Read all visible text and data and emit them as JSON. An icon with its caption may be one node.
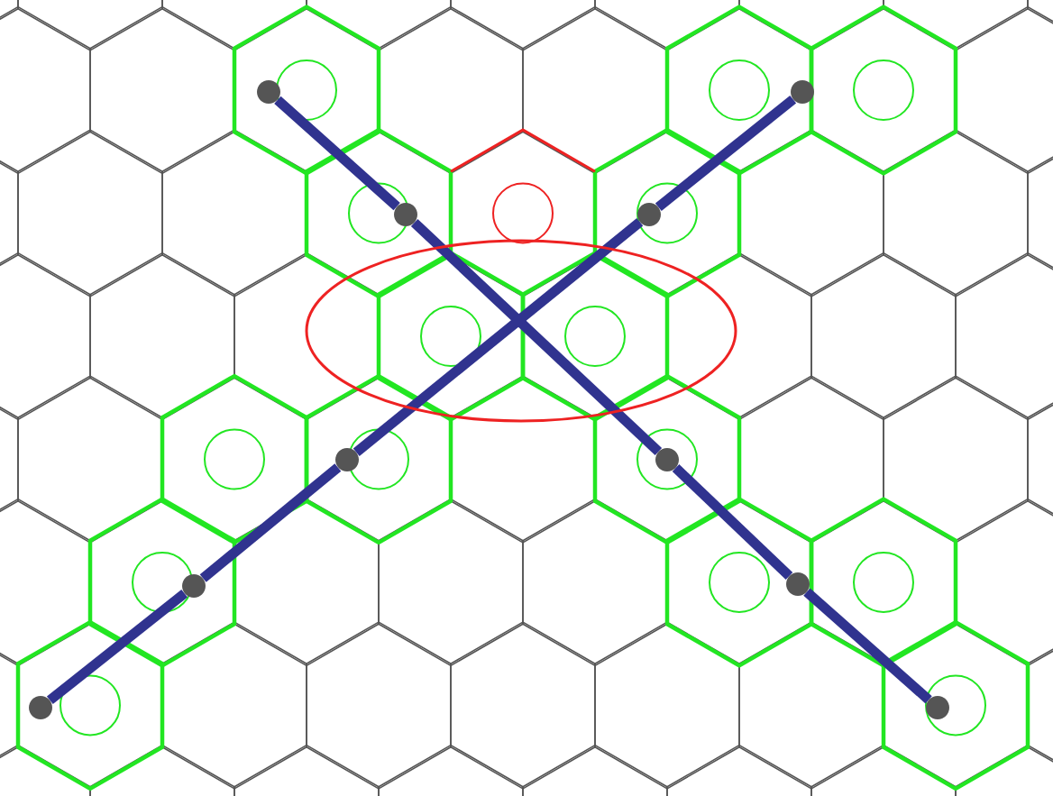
{
  "diagram": {
    "nodes": [
      {
        "text": [],
        "shape": "circle"
      },
      {
        "text": [],
        "shape": "circle"
      },
      {
        "text": [],
        "shape": "circle"
      },
      {
        "text": [],
        "shape": "circle"
      },
      {
        "text": [],
        "shape": "circle"
      },
      {
        "text": [],
        "shape": "circle"
      },
      {
        "text": [],
        "shape": "circle"
      },
      {
        "text": [],
        "shape": "circle"
      },
      {
        "text": [],
        "shape": "circle"
      },
      {
        "text": [],
        "shape": "circle"
      }
    ],
    "edges": [
      {
        "from": 0,
        "to": 2,
        "arrow": "none"
      },
      {
        "from": 2,
        "to": 5,
        "arrow": "none"
      },
      {
        "from": 5,
        "to": 7,
        "arrow": "none"
      },
      {
        "from": 7,
        "to": 9,
        "arrow": "none"
      },
      {
        "from": 8,
        "to": 6,
        "arrow": "none"
      },
      {
        "from": 6,
        "to": 4,
        "arrow": "none"
      },
      {
        "from": 4,
        "to": 3,
        "arrow": "none"
      },
      {
        "from": 3,
        "to": 1,
        "arrow": "none"
      }
    ]
  }
}
